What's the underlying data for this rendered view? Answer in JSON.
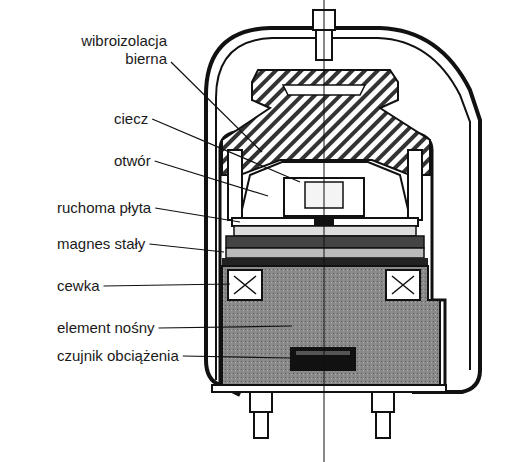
{
  "diagram": {
    "labels": [
      "wibroizolacja bierna",
      "ciecz",
      "otwór",
      "ruchoma płyta",
      "magnes stały",
      "cewka",
      "element nośny",
      "czujnik obciążenia"
    ]
  }
}
